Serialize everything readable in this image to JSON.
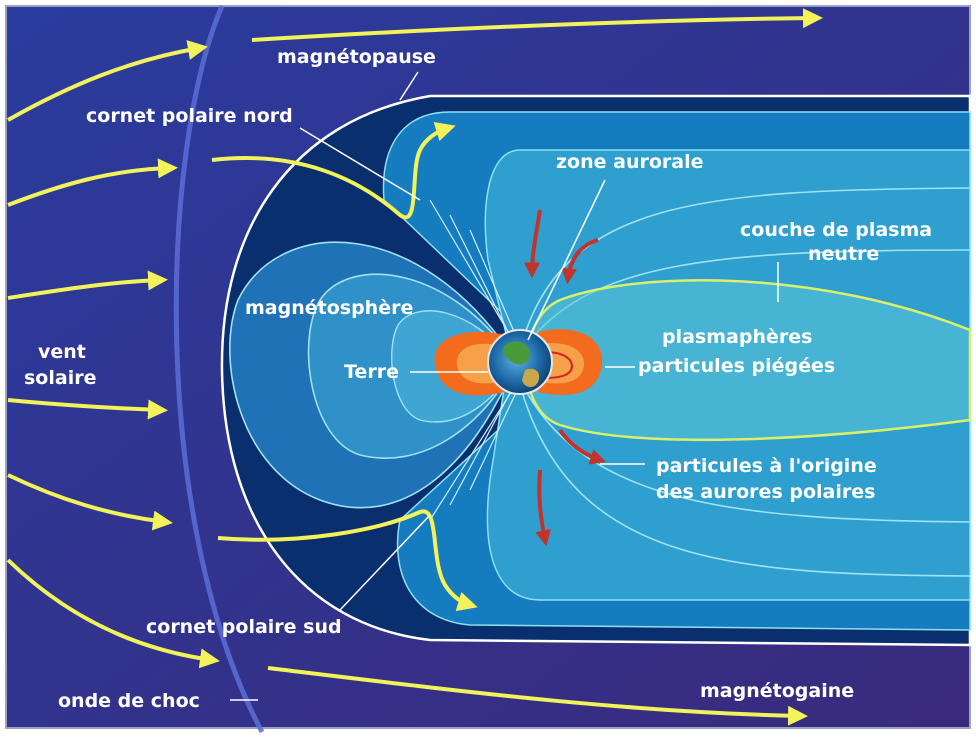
{
  "labels": {
    "magnetopause": "magnétopause",
    "cornet_nord": "cornet polaire nord",
    "zone_aurorale": "zone aurorale",
    "couche_plasma_1": "couche de plasma",
    "couche_plasma_2": "neutre",
    "magnetosphere": "magnétosphère",
    "vent_solaire_1": "vent",
    "vent_solaire_2": "solaire",
    "terre": "Terre",
    "plasmaspheres_1": "plasmaphères",
    "plasmaspheres_2": "particules piégées",
    "particules_1": "particules à l'origine",
    "particules_2": "des aurores polaires",
    "cornet_sud": "cornet polaire sud",
    "onde_de_choc": "onde de choc",
    "magnetogaine": "magnétogaine"
  },
  "colors": {
    "space": "#3d2f86",
    "arrows": "#f2f25a",
    "outer_tail": "#0b3f86",
    "lobe_mid": "#1b7fc0",
    "lobe_light": "#37b0d6",
    "plasma_sheet": "#59c5d6",
    "plasma_outline": "#d8f06a",
    "belts": "#f36b1c",
    "aurora_arrows": "#c0342b"
  }
}
